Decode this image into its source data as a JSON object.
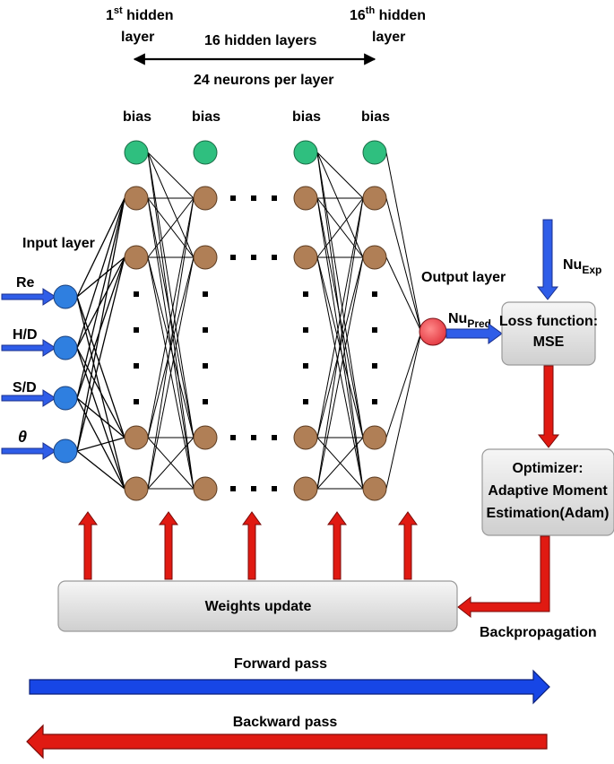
{
  "header": {
    "first_hidden_base": "1",
    "first_hidden_sup": "st",
    "first_hidden_word": " hidden",
    "first_hidden_line2": "layer",
    "last_hidden_base": "16",
    "last_hidden_sup": "th",
    "last_hidden_word": " hidden",
    "last_hidden_line2": "layer",
    "hidden_layers_count": "16 hidden layers",
    "neurons_per_layer": "24 neurons per layer"
  },
  "bias_label": "bias",
  "input_layer": {
    "title": "Input layer",
    "inputs": [
      "Re",
      "H/D",
      "S/D",
      "θ"
    ]
  },
  "output_layer": {
    "title": "Output layer",
    "pred_base": "Nu",
    "pred_sub": "Pred",
    "exp_base": "Nu",
    "exp_sub": "Exp"
  },
  "loss_box": {
    "line1": "Loss function:",
    "line2": "MSE"
  },
  "optimizer_box": {
    "line1": "Optimizer:",
    "line2": "Adaptive Moment",
    "line3": "Estimation(Adam)"
  },
  "weights_box": {
    "label": "Weights update"
  },
  "backprop_label": "Backpropagation",
  "forward_label": "Forward pass",
  "backward_label": "Backward pass",
  "colors": {
    "input_node": "#2f7fe0",
    "hidden_node": "#b07f56",
    "bias_node": "#2fbf7f",
    "output_node": "#e0404a",
    "forward_arrow": "#1746e6",
    "backward_arrow": "#e01a12",
    "box_fill": "#e2e2e2"
  }
}
